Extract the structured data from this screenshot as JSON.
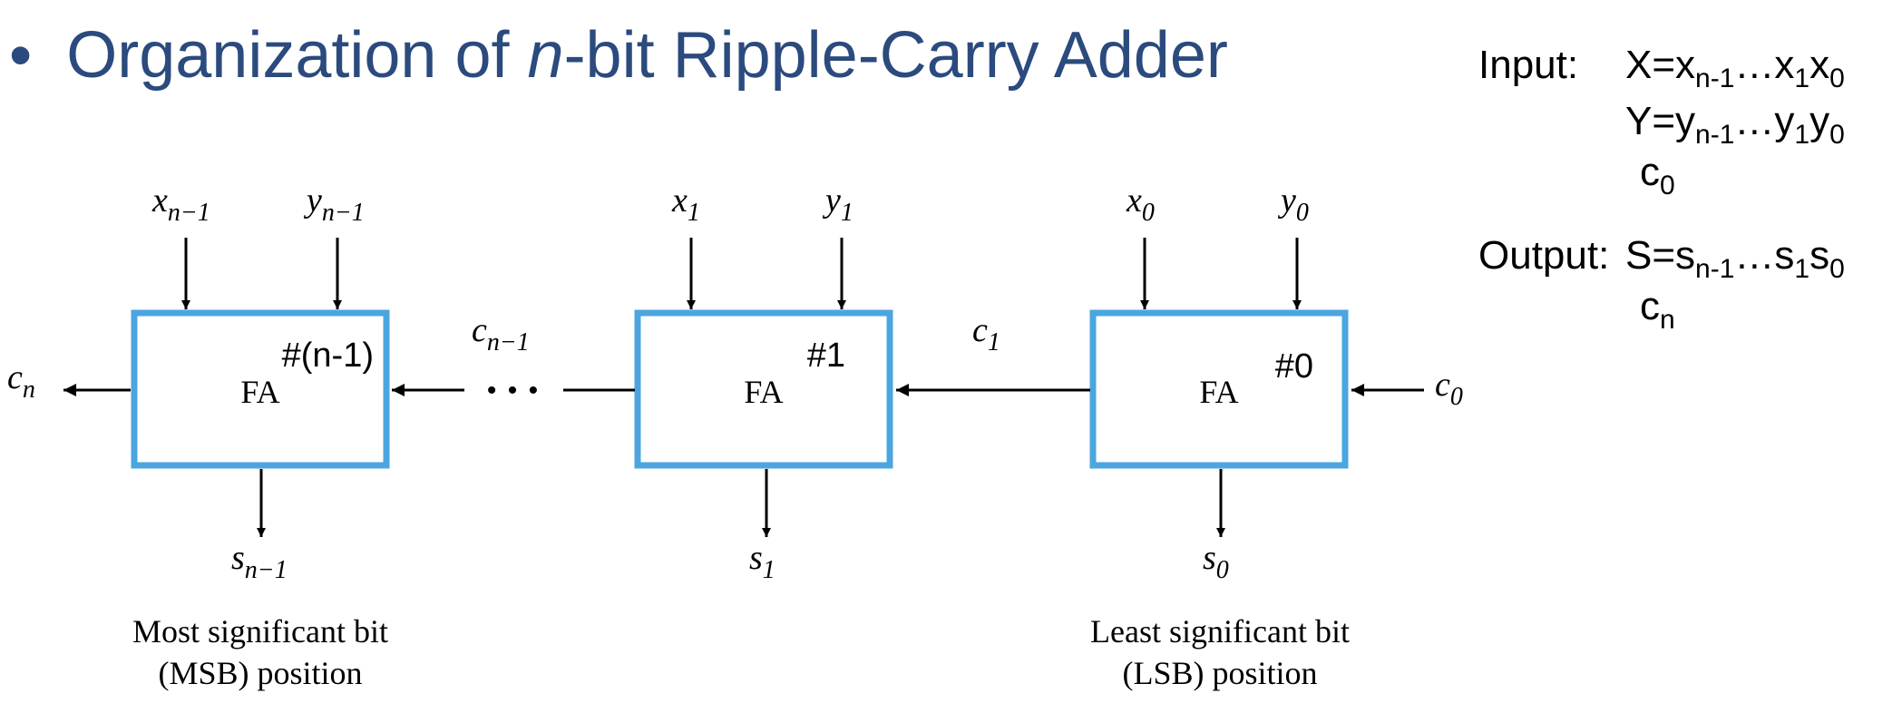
{
  "title": {
    "bullet": "•",
    "prefix": "Organization of ",
    "italic_n": "n",
    "suffix": "-bit Ripple-Carry Adder"
  },
  "spec": {
    "input_label": "Input:",
    "x_def": {
      "lhs": "X=x",
      "s1": "n-1",
      "mid1": "…x",
      "s2": "1",
      "mid2": "x",
      "s3": "0"
    },
    "y_def": {
      "lhs": "Y=y",
      "s1": "n-1",
      "mid1": "…y",
      "s2": "1",
      "mid2": "y",
      "s3": "0"
    },
    "c0": {
      "base": "c",
      "sub": "0"
    },
    "output_label": "Output:",
    "s_def": {
      "lhs": "S=s",
      "s1": "n-1",
      "mid1": "…s",
      "s2": "1",
      "mid2": "s",
      "s3": "0"
    },
    "cn": {
      "base": "c",
      "sub": "n"
    }
  },
  "blocks": [
    {
      "label": "FA",
      "tag": "#(n-1)",
      "x_in": {
        "base": "x",
        "sub": "n−1"
      },
      "y_in": {
        "base": "y",
        "sub": "n−1"
      },
      "s_out": {
        "base": "s",
        "sub": "n−1"
      }
    },
    {
      "label": "FA",
      "tag": "#1",
      "x_in": {
        "base": "x",
        "sub": "1"
      },
      "y_in": {
        "base": "y",
        "sub": "1"
      },
      "s_out": {
        "base": "s",
        "sub": "1"
      }
    },
    {
      "label": "FA",
      "tag": "#0",
      "x_in": {
        "base": "x",
        "sub": "0"
      },
      "y_in": {
        "base": "y",
        "sub": "0"
      },
      "s_out": {
        "base": "s",
        "sub": "0"
      }
    }
  ],
  "carries": {
    "cn": {
      "base": "c",
      "sub": "n"
    },
    "cn1": {
      "base": "c",
      "sub": "n−1"
    },
    "c1": {
      "base": "c",
      "sub": "1"
    },
    "c0": {
      "base": "c",
      "sub": "0"
    },
    "ellipsis": "• • •"
  },
  "captions": {
    "msb_line1": "Most significant bit",
    "msb_line2": "(MSB) position",
    "lsb_line1": "Least significant bit",
    "lsb_line2": "(LSB) position"
  },
  "colors": {
    "title": "#2b4a7e",
    "box": "#4ba6e0",
    "ink": "#000000"
  }
}
